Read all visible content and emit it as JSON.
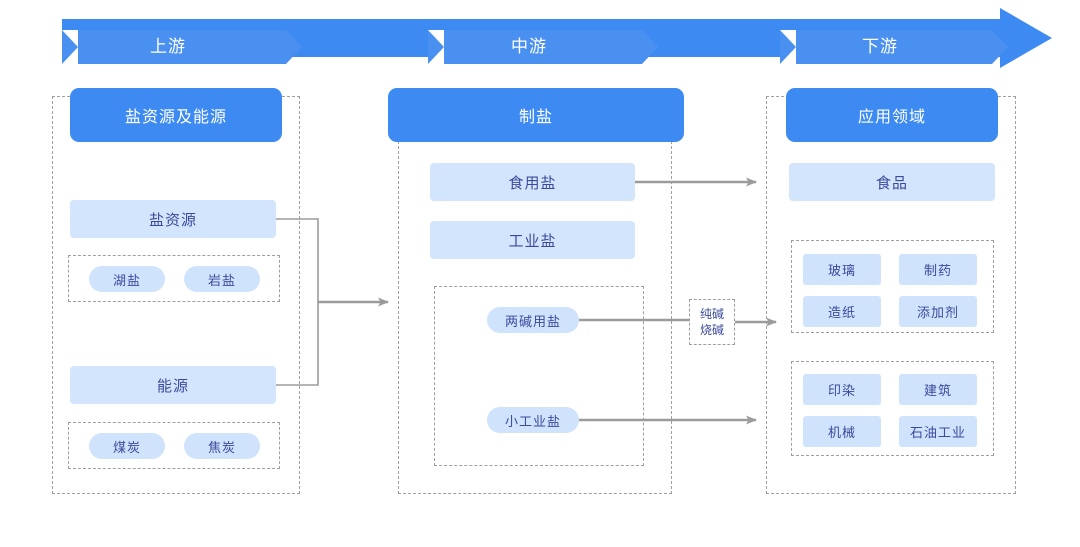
{
  "banner": {
    "stages": [
      {
        "label": "上游"
      },
      {
        "label": "中游"
      },
      {
        "label": "下游"
      }
    ],
    "arrow_icon": "right-arrow-icon",
    "color": "#3d8bf2"
  },
  "colors": {
    "header_blue": "#3d8bf2",
    "chevron_blue": "#4a90f0",
    "bar_light_blue": "#d3e5fc",
    "pill_blue": "#cfe3fd",
    "text_blue": "#3b4a9c",
    "dashed_gray": "#9aa0a6",
    "connector_gray": "#9b9b9b"
  },
  "columns": {
    "upstream": {
      "header": "盐资源及能源",
      "groups": [
        {
          "title": "盐资源",
          "items": [
            "湖盐",
            "岩盐"
          ]
        },
        {
          "title": "能源",
          "items": [
            "煤炭",
            "焦炭"
          ]
        }
      ]
    },
    "midstream": {
      "header": "制盐",
      "bars": [
        "食用盐",
        "工业盐"
      ],
      "sub_items": [
        "两碱用盐",
        "小工业盐"
      ]
    },
    "downstream": {
      "header": "应用领域",
      "bars": [
        "食品"
      ],
      "groups": [
        {
          "items": [
            "玻璃",
            "制药",
            "造纸",
            "添加剂"
          ]
        },
        {
          "items": [
            "印染",
            "建筑",
            "机械",
            "石油工业"
          ]
        }
      ]
    }
  },
  "intermediate": {
    "line1": "纯碱",
    "line2": "烧碱"
  }
}
